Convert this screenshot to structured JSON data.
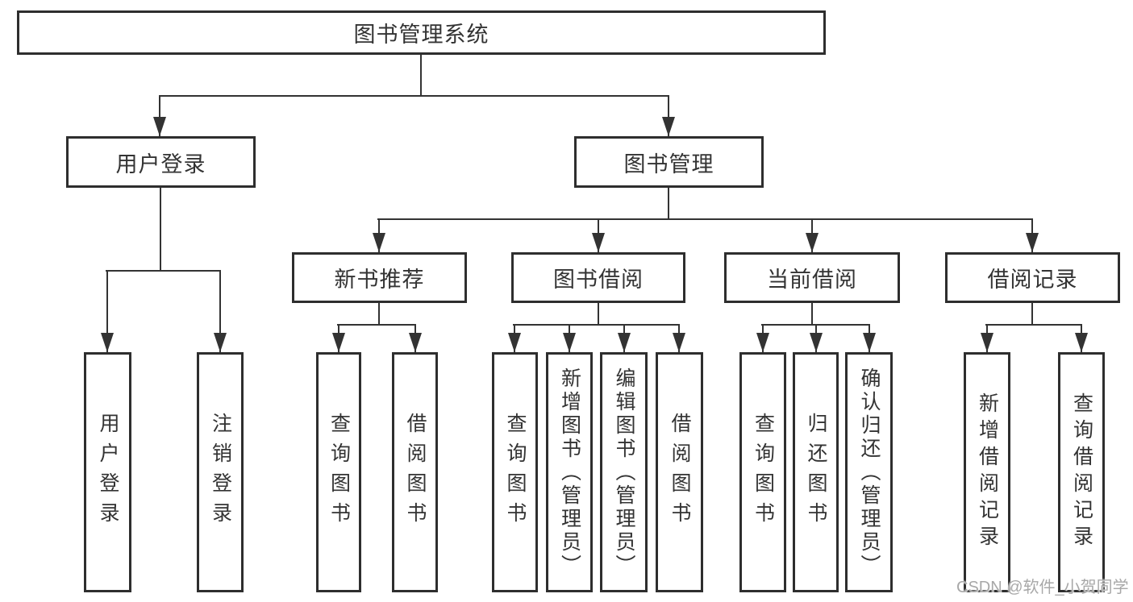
{
  "colors": {
    "background": "#ffffff",
    "box_border": "#2e2e2e",
    "line": "#333333",
    "text": "#333333",
    "watermark": "#a8a8a8"
  },
  "nodes": {
    "root": "图书管理系统",
    "branches": [
      "用户登录",
      "图书管理"
    ],
    "sections": [
      "新书推荐",
      "图书借阅",
      "当前借阅",
      "借阅记录"
    ],
    "leaves": [
      "用户登录",
      "注销登录",
      "查询图书",
      "借阅图书",
      "查询图书",
      "新增图书（管理员）",
      "编辑图书（管理员）",
      "借阅图书",
      "查询图书",
      "归还图书",
      "确认归还（管理员）",
      "新增借阅记录",
      "查询借阅记录"
    ]
  },
  "hierarchy": {
    "图书管理系统": [
      "用户登录",
      "图书管理"
    ],
    "用户登录": [
      "用户登录",
      "注销登录"
    ],
    "图书管理": [
      "新书推荐",
      "图书借阅",
      "当前借阅",
      "借阅记录"
    ],
    "新书推荐": [
      "查询图书",
      "借阅图书"
    ],
    "图书借阅": [
      "查询图书",
      "新增图书（管理员）",
      "编辑图书（管理员）",
      "借阅图书"
    ],
    "当前借阅": [
      "查询图书",
      "归还图书",
      "确认归还（管理员）"
    ],
    "借阅记录": [
      "新增借阅记录",
      "查询借阅记录"
    ]
  },
  "watermark": {
    "text": "CSDN @软件_小贺同学"
  }
}
